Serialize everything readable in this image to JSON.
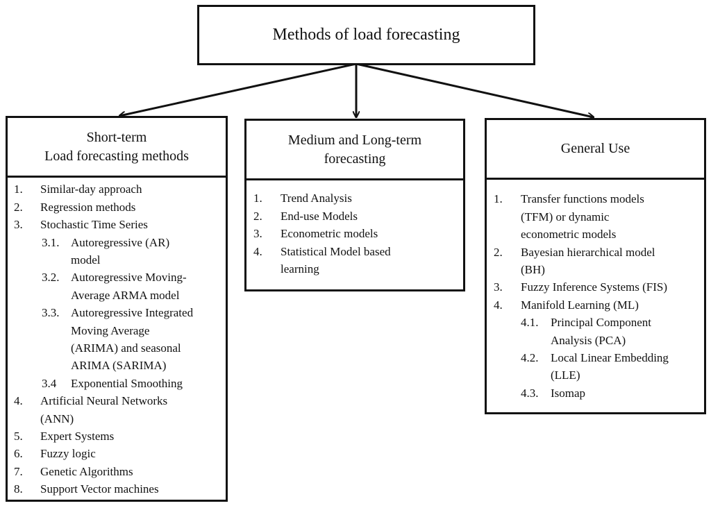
{
  "title": "Methods of load forecasting",
  "columns": [
    {
      "heading": "Short-term\nLoad forecasting methods",
      "items": [
        {
          "num": "1.",
          "lines": [
            "Similar-day approach"
          ]
        },
        {
          "num": "2.",
          "lines": [
            "Regression methods"
          ]
        },
        {
          "num": "3.",
          "lines": [
            "Stochastic Time Series"
          ]
        },
        {
          "num": "3.1.",
          "sub": true,
          "lines": [
            "Autoregressive (AR)",
            "model"
          ]
        },
        {
          "num": "3.2.",
          "sub": true,
          "lines": [
            "Autoregressive Moving-",
            "Average ARMA model"
          ]
        },
        {
          "num": "3.3.",
          "sub": true,
          "lines": [
            "Autoregressive Integrated",
            "Moving Average",
            "(ARIMA) and seasonal",
            "ARIMA (SARIMA)"
          ]
        },
        {
          "num": "3.4",
          "sub": true,
          "lines": [
            "Exponential Smoothing"
          ]
        },
        {
          "num": "4.",
          "lines": [
            "Artificial Neural Networks",
            "(ANN)"
          ]
        },
        {
          "num": "5.",
          "lines": [
            "Expert Systems"
          ]
        },
        {
          "num": "6.",
          "lines": [
            "Fuzzy logic"
          ]
        },
        {
          "num": "7.",
          "lines": [
            "Genetic Algorithms"
          ]
        },
        {
          "num": "8.",
          "lines": [
            "Support Vector machines"
          ]
        }
      ]
    },
    {
      "heading": "Medium and Long-term\nforecasting",
      "items": [
        {
          "num": "1.",
          "lines": [
            "Trend Analysis"
          ]
        },
        {
          "num": "2.",
          "lines": [
            "End-use Models"
          ]
        },
        {
          "num": "3.",
          "lines": [
            "Econometric models"
          ]
        },
        {
          "num": "4.",
          "lines": [
            "Statistical Model based",
            "learning"
          ]
        }
      ]
    },
    {
      "heading": "General Use",
      "items": [
        {
          "num": "1.",
          "lines": [
            "Transfer functions models",
            "(TFM) or dynamic",
            "econometric models"
          ]
        },
        {
          "num": "2.",
          "lines": [
            "Bayesian hierarchical model",
            "(BH)"
          ]
        },
        {
          "num": "3.",
          "lines": [
            "Fuzzy Inference Systems (FIS)"
          ]
        },
        {
          "num": "4.",
          "lines": [
            "Manifold Learning (ML)"
          ]
        },
        {
          "num": "4.1.",
          "sub": true,
          "lines": [
            "Principal Component",
            "Analysis (PCA)"
          ]
        },
        {
          "num": "4.2.",
          "sub": true,
          "lines": [
            "Local Linear Embedding",
            "(LLE)"
          ]
        },
        {
          "num": "4.3.",
          "sub": true,
          "lines": [
            "Isomap"
          ]
        }
      ]
    }
  ]
}
